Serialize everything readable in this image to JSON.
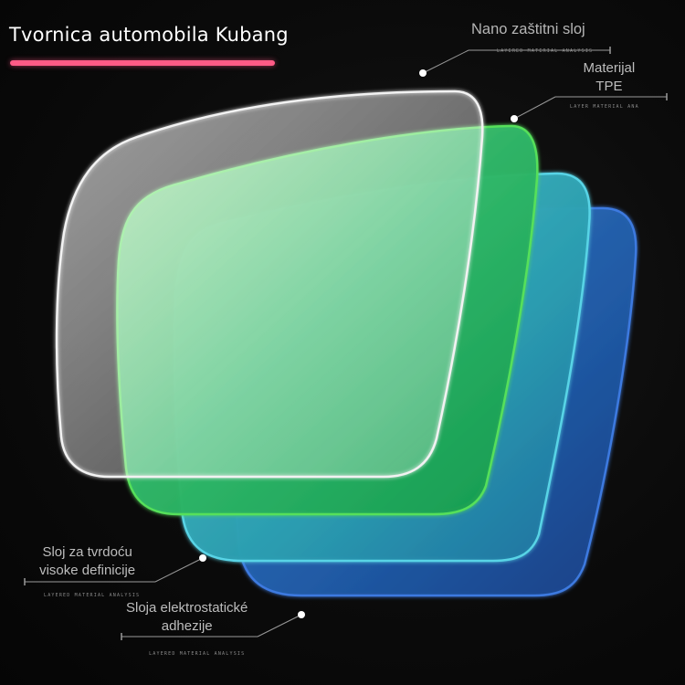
{
  "title": "Tvornica automobila Kubang",
  "colors": {
    "accent": "#ff5b86",
    "background": "#0b0b0b",
    "layer_white": "#ffffff",
    "layer_green": "#2ecc71",
    "layer_teal": "#3fb6c4",
    "layer_blue": "#2a4fa0"
  },
  "callouts": [
    {
      "label": "Nano zaštitni sloj",
      "sub": "LAYERED MATERIAL ANALYSIS"
    },
    {
      "label": "Materijal\nTPE",
      "sub": "LAYER MATERIAL ANA"
    },
    {
      "label": "Sloj za tvrdoću\nvisoke definicije",
      "sub": "LAYERED MATERIAL ANALYSIS"
    },
    {
      "label": "Sloja elektrostatické\nadhezije",
      "sub": "LAYERED MATERIAL ANALYSIS"
    }
  ]
}
